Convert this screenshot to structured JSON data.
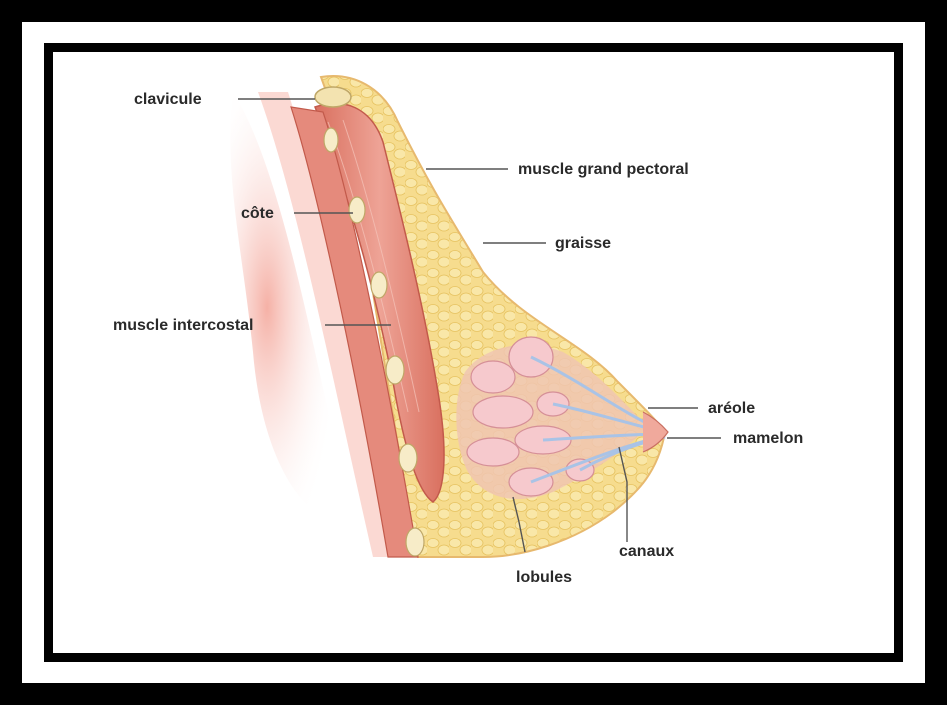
{
  "labels": {
    "clavicule": "clavicule",
    "muscle_grand_pectoral": "muscle grand pectoral",
    "cote": "côte",
    "graisse": "graisse",
    "muscle_intercostal": "muscle intercostal",
    "areole": "aréole",
    "mamelon": "mamelon",
    "canaux": "canaux",
    "lobules": "lobules"
  },
  "colors": {
    "frame": "#000000",
    "mat": "#ffffff",
    "muscle": "#e58a7c",
    "fat": "#f3d27a",
    "lobule": "#f2c3c3",
    "duct": "#a9c3e6",
    "skin_glow": "#f5b3a8"
  }
}
